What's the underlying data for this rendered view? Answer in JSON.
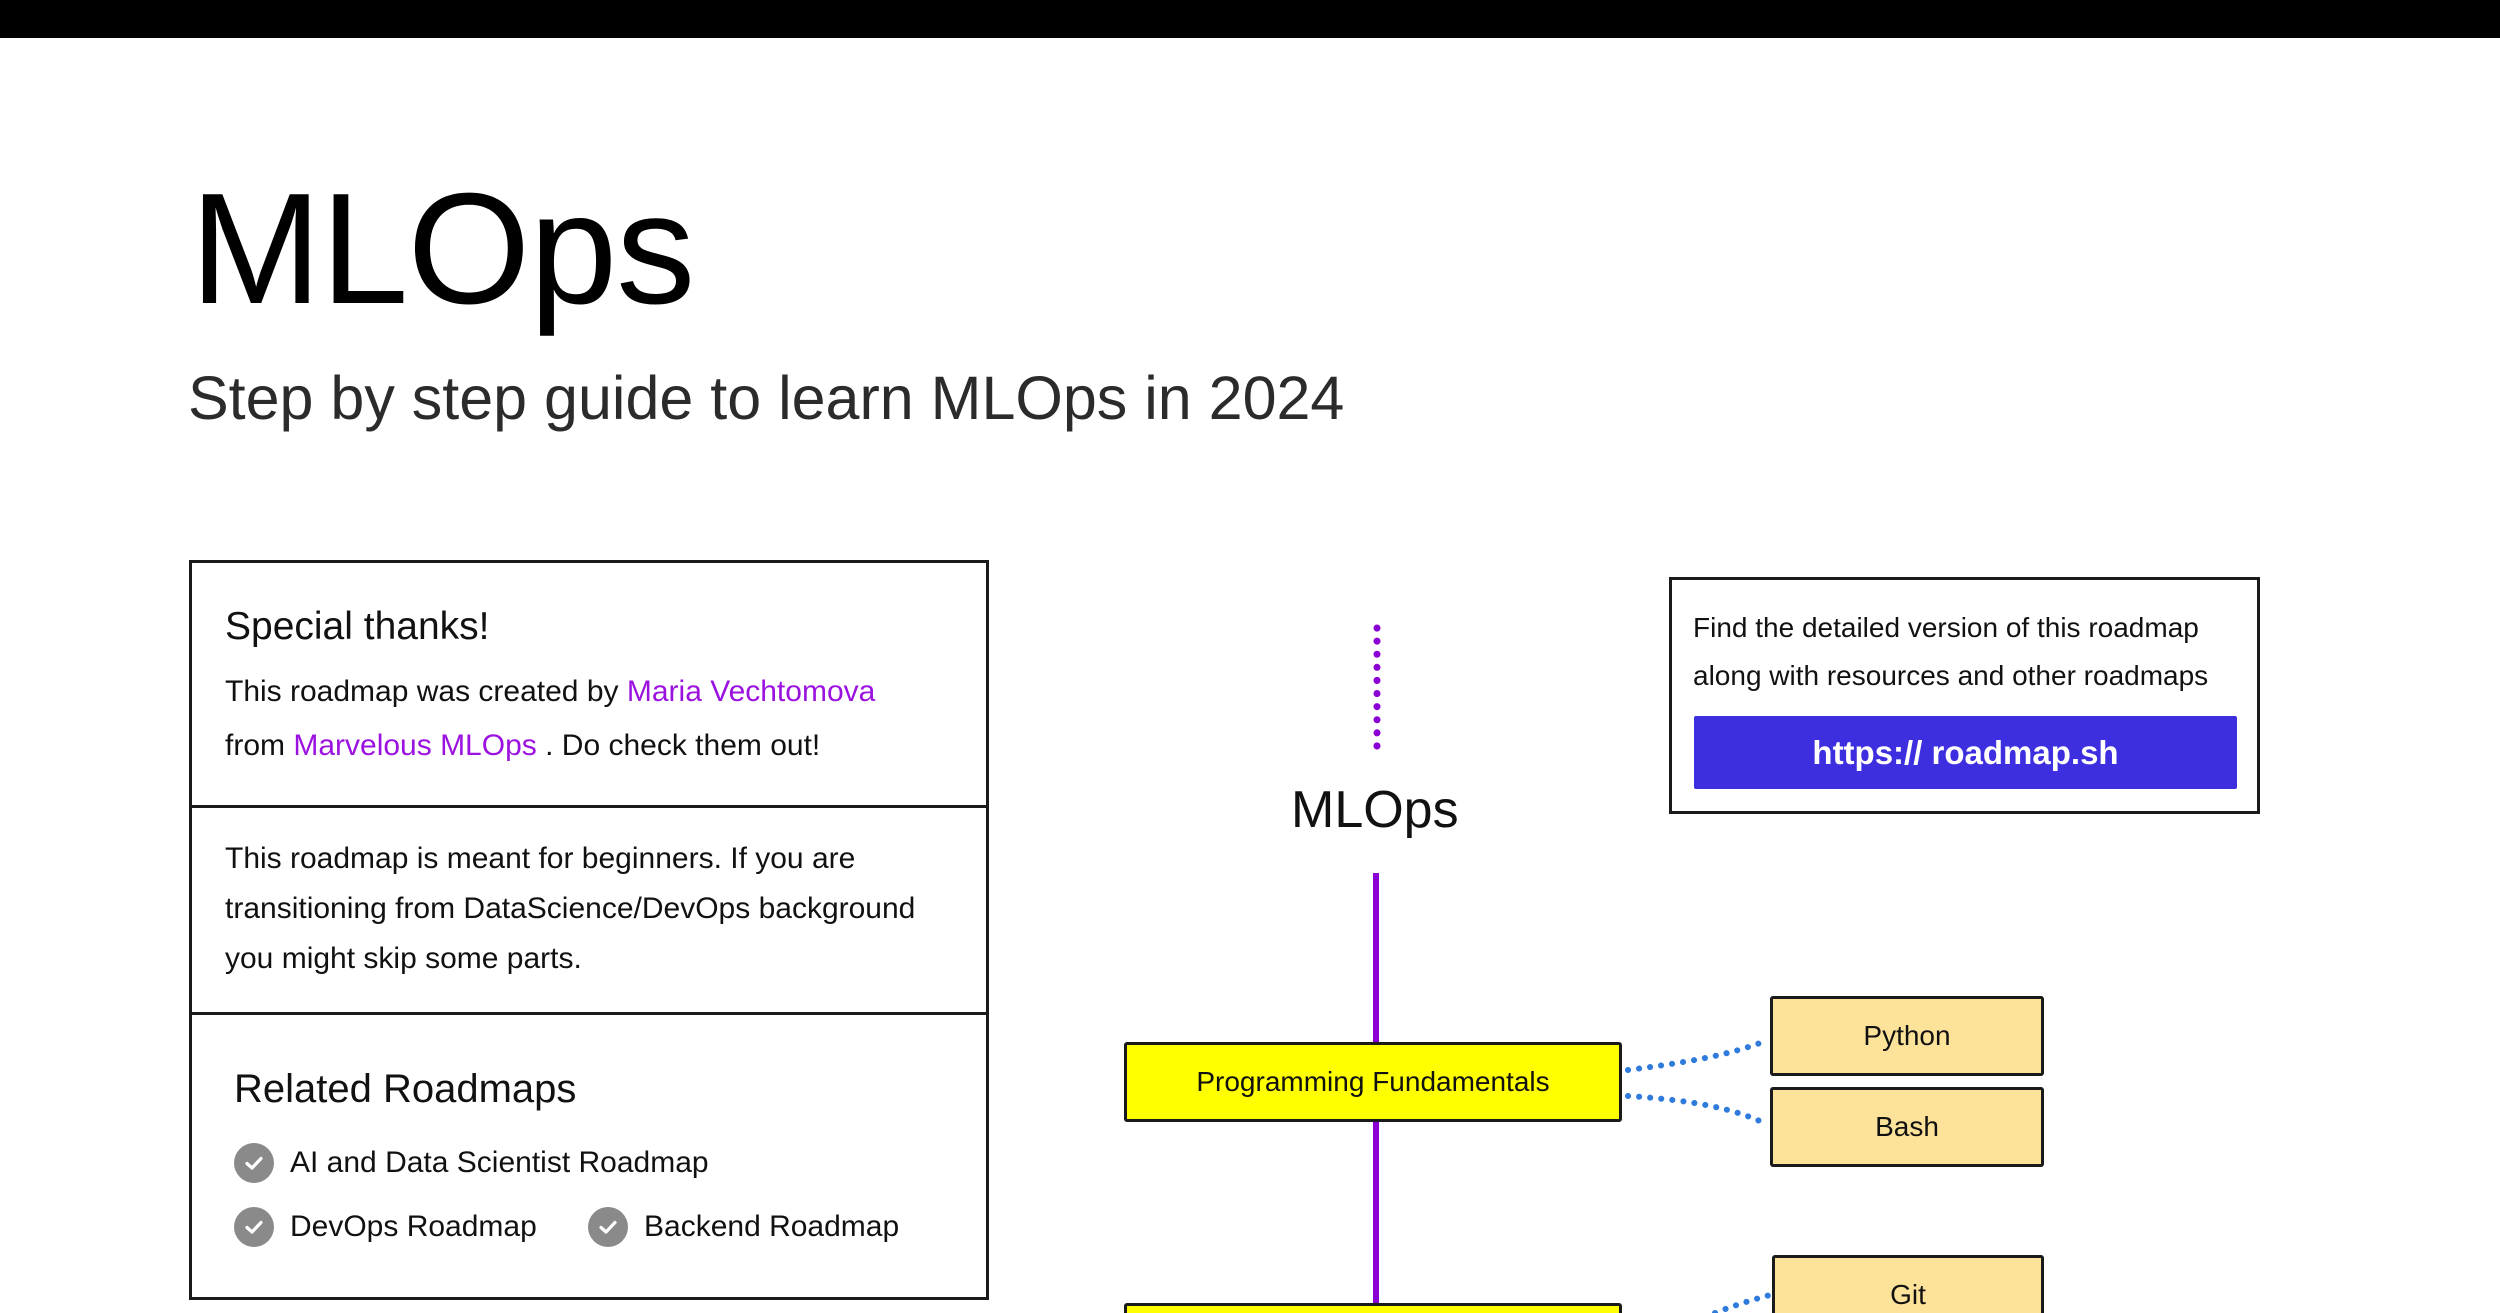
{
  "header": {
    "title": "MLOps",
    "subtitle": "Step by step guide to learn MLOps in 2024"
  },
  "thanks": {
    "heading": "Special thanks!",
    "line1_prefix": "This roadmap was created by",
    "author_link": "Maria Vechtomova",
    "line2_prefix": "from",
    "org_link": "Marvelous MLOps",
    "line2_suffix": ". Do check them out!"
  },
  "note": {
    "line1": "This roadmap is meant for beginners. If you are",
    "line2": "transitioning from DataScience/DevOps background",
    "line3": "you might skip some parts."
  },
  "related": {
    "heading": "Related Roadmaps",
    "items": [
      {
        "label": "AI and Data Scientist Roadmap"
      },
      {
        "label": "DevOps Roadmap"
      },
      {
        "label": "Backend Roadmap"
      }
    ]
  },
  "info": {
    "line1": "Find the detailed version of this roadmap",
    "line2": "along with resources and other roadmaps",
    "cta_label": "https:// roadmap.sh"
  },
  "roadmap": {
    "title": "MLOps",
    "nodes": {
      "programming_fundamentals": "Programming Fundamentals",
      "python": "Python",
      "bash": "Bash",
      "git": "Git"
    }
  },
  "colors": {
    "link": "#9b12e0",
    "cta_background": "#3d2fe0",
    "main_node": "#ffff00",
    "sub_node": "#fde39a",
    "spine": "#8a00d4",
    "connector": "#2f7bdc",
    "check_badge": "#8a8a8a"
  },
  "icons": {
    "related_item": "check-circle-icon"
  }
}
